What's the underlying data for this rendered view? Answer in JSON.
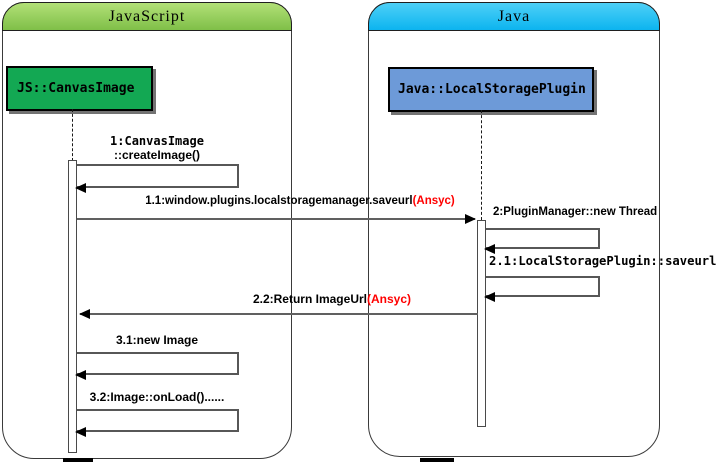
{
  "frames": {
    "javascript": {
      "title": "JavaScript"
    },
    "java": {
      "title": "Java"
    }
  },
  "objects": {
    "canvas_image": {
      "label": "JS::CanvasImage"
    },
    "local_storage_plugin": {
      "label": "Java::LocalStoragePlugin"
    }
  },
  "messages": {
    "m1": {
      "line1": "1:CanvasImage",
      "line2": "::createImage()"
    },
    "m1_1": {
      "text": "1.1:window.plugins.localstoragemanager.saveurl",
      "async_tag": "(Ansyc)"
    },
    "m2": {
      "text": "2:PluginManager::new Thread"
    },
    "m2_1": {
      "text": "2.1:LocalStoragePlugin::saveurl"
    },
    "m2_2": {
      "text": "2.2:Return ImageUrl",
      "async_tag": "(Ansyc)"
    },
    "m3_1": {
      "text": "3.1:new Image"
    },
    "m3_2": {
      "text": "3.2:Image::onLoad()......"
    }
  },
  "colors": {
    "async_tag": "#ff0000",
    "js_header_top": "#b2e077",
    "js_header_bottom": "#7fbf48",
    "java_header_top": "#4ed0f7",
    "java_header_bottom": "#0cb4ef",
    "js_object_fill": "#13a853",
    "java_object_fill": "#6d9ad8"
  }
}
